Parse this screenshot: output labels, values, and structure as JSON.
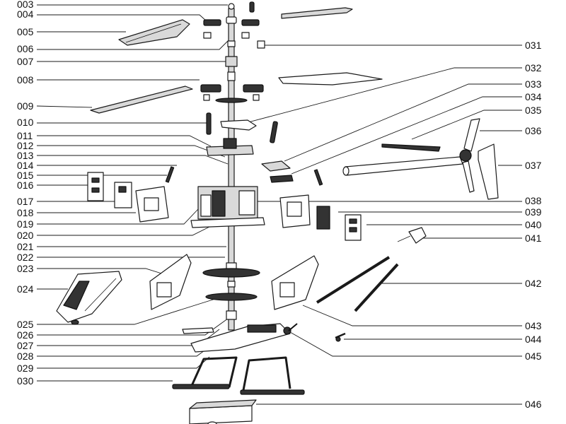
{
  "diagram": {
    "labels_left": [
      "003",
      "004",
      "005",
      "006",
      "007",
      "008",
      "009",
      "010",
      "011",
      "012",
      "013",
      "014",
      "015",
      "016",
      "017",
      "018",
      "019",
      "020",
      "021",
      "022",
      "023",
      "024",
      "025",
      "026",
      "027",
      "028",
      "029",
      "030"
    ],
    "labels_right": [
      "031",
      "032",
      "033",
      "034",
      "035",
      "036",
      "037",
      "038",
      "039",
      "040",
      "041",
      "042",
      "043",
      "044",
      "045",
      "046"
    ]
  }
}
